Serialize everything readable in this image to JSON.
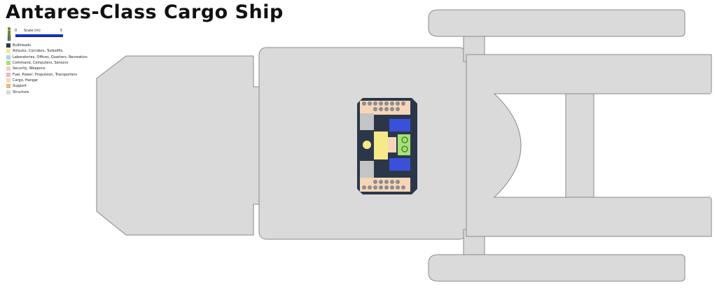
{
  "title": "Antares-Class Cargo Ship",
  "scale": {
    "label": "Scale (m)",
    "start": "0",
    "end": "5"
  },
  "legend": [
    {
      "label": "Bulkheads",
      "color": "#2b3748"
    },
    {
      "label": "Airlocks, Corridors, Turbolifts",
      "color": "#f6e98a"
    },
    {
      "label": "Laboratories, Offices, Quarters, Recreation",
      "color": "#a9d4ec"
    },
    {
      "label": "Command, Computers, Sensors",
      "color": "#a6e07a"
    },
    {
      "label": "Security, Weapons",
      "color": "#f4c9d0"
    },
    {
      "label": "Fuel, Power, Propulsion, Transporters",
      "color": "#efb9b5"
    },
    {
      "label": "Cargo, Hangar",
      "color": "#f6d6b9"
    },
    {
      "label": "Support",
      "color": "#f1b37d"
    },
    {
      "label": "Structure",
      "color": "#d8d8d8"
    }
  ],
  "colors": {
    "hull": "#dadada",
    "hull_stroke": "#8a8a8a",
    "bulkhead": "#2b3748",
    "corridor": "#f6e98a",
    "command": "#a6e07a",
    "cargo": "#f6d6b9",
    "blue_deck": "#3a50d8"
  }
}
